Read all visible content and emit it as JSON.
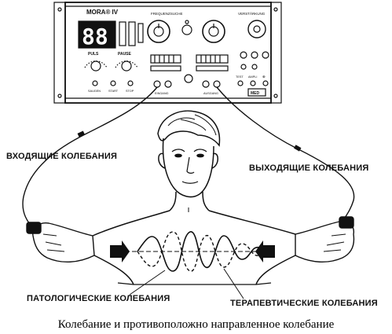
{
  "device": {
    "brand": "MORA® IV",
    "display_digits": "88",
    "frequency_label": "FREQUENZSUCHE",
    "amplification_label": "VERSTÄRKUNG",
    "pulse_label": "PULS",
    "pause_label": "PAUSE",
    "switch_labels": [
      "SAUGEN",
      "START",
      "STOP"
    ],
    "io_labels": [
      "EINGANG",
      "AUSGANG"
    ],
    "test_labels": [
      "TEST",
      "AMPLI",
      "⊕"
    ],
    "logo_text": "MED"
  },
  "labels": {
    "incoming": "ВХОДЯЩИЕ КОЛЕБАНИЯ",
    "outgoing": "ВЫХОДЯЩИЕ КОЛЕБАНИЯ",
    "pathological": "ПАТОЛОГИЧЕСКИЕ КОЛЕБАНИЯ",
    "therapeutic": "ТЕРАПЕВТИЧЕСКИЕ КОЛЕБАНИЯ"
  },
  "caption": "Колебание и противоположно направленное колебание",
  "colors": {
    "ink": "#111111",
    "panel": "#ffffff",
    "background": "#ffffff"
  }
}
